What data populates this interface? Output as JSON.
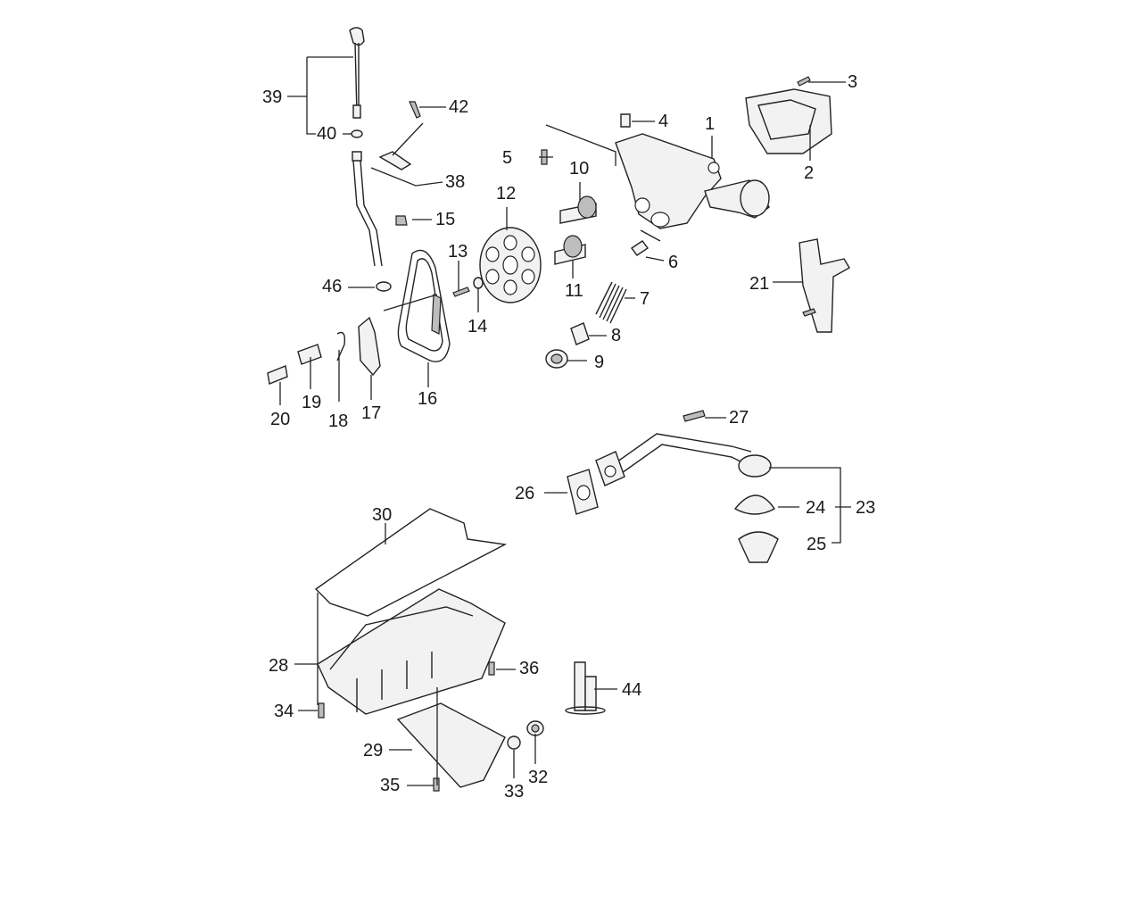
{
  "diagram": {
    "callouts": [
      {
        "id": "1",
        "label": "1"
      },
      {
        "id": "2",
        "label": "2"
      },
      {
        "id": "3",
        "label": "3"
      },
      {
        "id": "4",
        "label": "4"
      },
      {
        "id": "5",
        "label": "5"
      },
      {
        "id": "6",
        "label": "6"
      },
      {
        "id": "7",
        "label": "7"
      },
      {
        "id": "8",
        "label": "8"
      },
      {
        "id": "9",
        "label": "9"
      },
      {
        "id": "10",
        "label": "10"
      },
      {
        "id": "11",
        "label": "11"
      },
      {
        "id": "12",
        "label": "12"
      },
      {
        "id": "13",
        "label": "13"
      },
      {
        "id": "14",
        "label": "14"
      },
      {
        "id": "15",
        "label": "15"
      },
      {
        "id": "16",
        "label": "16"
      },
      {
        "id": "17",
        "label": "17"
      },
      {
        "id": "18",
        "label": "18"
      },
      {
        "id": "19",
        "label": "19"
      },
      {
        "id": "20",
        "label": "20"
      },
      {
        "id": "21",
        "label": "21"
      },
      {
        "id": "23",
        "label": "23"
      },
      {
        "id": "24",
        "label": "24"
      },
      {
        "id": "25",
        "label": "25"
      },
      {
        "id": "26",
        "label": "26"
      },
      {
        "id": "27",
        "label": "27"
      },
      {
        "id": "28",
        "label": "28"
      },
      {
        "id": "29",
        "label": "29"
      },
      {
        "id": "30",
        "label": "30"
      },
      {
        "id": "32",
        "label": "32"
      },
      {
        "id": "33",
        "label": "33"
      },
      {
        "id": "34",
        "label": "34"
      },
      {
        "id": "35",
        "label": "35"
      },
      {
        "id": "36",
        "label": "36"
      },
      {
        "id": "38",
        "label": "38"
      },
      {
        "id": "39",
        "label": "39"
      },
      {
        "id": "40",
        "label": "40"
      },
      {
        "id": "42",
        "label": "42"
      },
      {
        "id": "44",
        "label": "44"
      },
      {
        "id": "46",
        "label": "46"
      }
    ]
  }
}
